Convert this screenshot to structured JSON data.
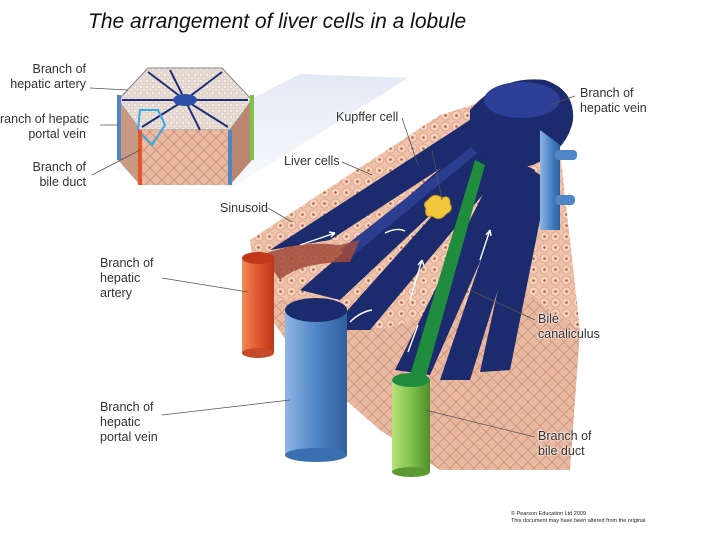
{
  "title": "The arrangement of liver cells in a lobule",
  "labels": {
    "inset_hepatic_artery": [
      "Branch of",
      "hepatic artery"
    ],
    "inset_portal_vein": [
      "ranch of hepatic",
      "portal vein"
    ],
    "inset_bile_duct": [
      "Branch of",
      "bile duct"
    ],
    "kupffer_cell": "Kupffer cell",
    "liver_cells": "Liver cells",
    "sinusoid": "Sinusoid",
    "hepatic_vein": [
      "Branch of",
      "hepatic vein"
    ],
    "hepatic_artery": [
      "Branch of",
      "hepatic",
      "artery"
    ],
    "bile_canaliculus": [
      "Bile",
      "canaliculus"
    ],
    "portal_vein": [
      "Branch of",
      "hepatic",
      "portal vein"
    ],
    "bile_duct": [
      "Branch of",
      "bile duct"
    ]
  },
  "footer": [
    "© Pearson Education Ltd 2009",
    "This document may have been altered from the original"
  ],
  "colors": {
    "tissue": "#eebfa6",
    "sinusoid": "#1c2a6e",
    "artery": "#e2562e",
    "portal_vein": "#4f86c8",
    "bile_duct": "#1f8c3e",
    "kupffer": "#f2c73c"
  }
}
